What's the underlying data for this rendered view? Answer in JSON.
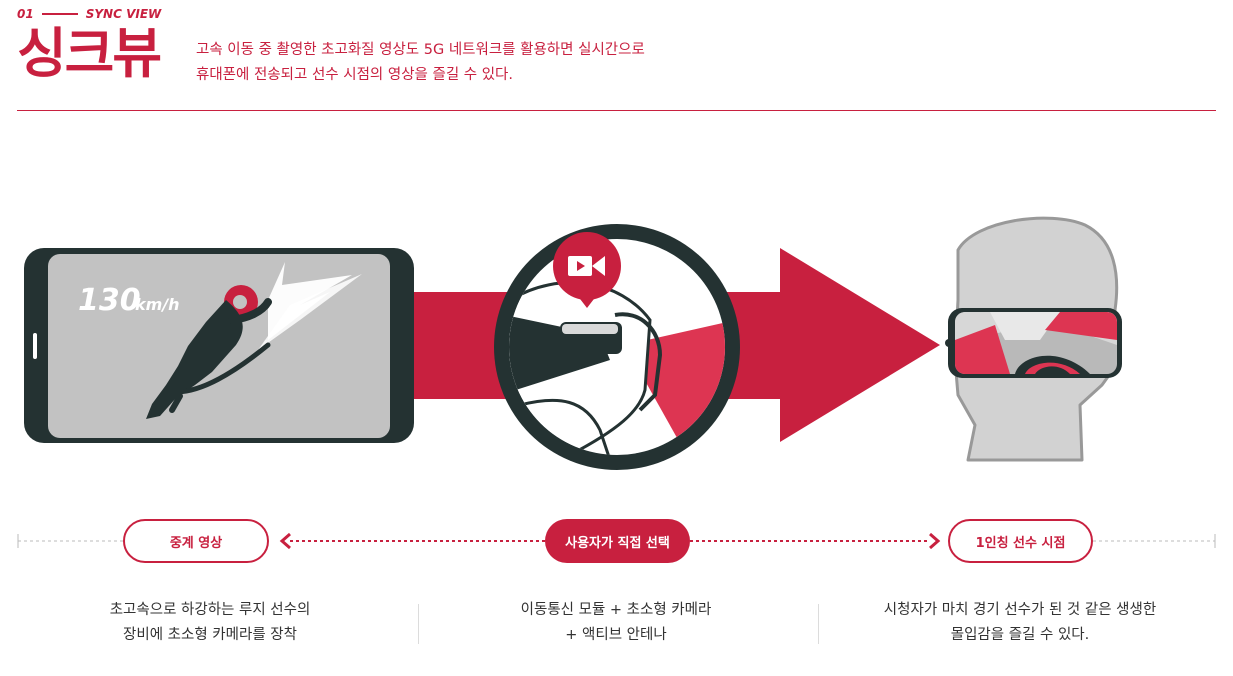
{
  "header": {
    "section_number": "01",
    "section_label": "SYNC VIEW",
    "title": "싱크뷰",
    "intro_line1": "고속 이동 중 촬영한 초고화질 영상도 5G 네트워크를 활용하면 실시간으로",
    "intro_line2": "휴대폰에 전송되고 선수 시점의 영상을 즐길 수 있다."
  },
  "illustration": {
    "speed_value": "130",
    "speed_unit": "km/h",
    "camera_icon": "video-camera-icon"
  },
  "timeline": {
    "left_label": "중계 영상",
    "center_label": "사용자가 직접 선택",
    "right_label": "1인칭 선수 시점"
  },
  "descriptions": {
    "left": {
      "line1": "초고속으로 하강하는 루지 선수의",
      "line2": "장비에 초소형 카메라를 장착"
    },
    "center": {
      "line1": "이동통신 모듈 + 초소형 카메라",
      "line2": "+ 액티브 안테나"
    },
    "right": {
      "line1": "시청자가 마치 경기 선수가 된 것 같은 생생한",
      "line2": "몰입감을 즐길 수 있다."
    }
  },
  "colors": {
    "accent": "#c8203f",
    "dark": "#243232",
    "screen_gray": "#c2c2c2",
    "head_gray": "#d2d2d2"
  }
}
